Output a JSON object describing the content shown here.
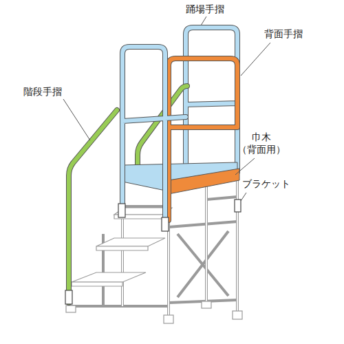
{
  "diagram": {
    "labels": [
      "踊場手摺",
      "背面手摺",
      "階段手摺",
      "巾木 （背面用）",
      "ブラケット"
    ]
  }
}
